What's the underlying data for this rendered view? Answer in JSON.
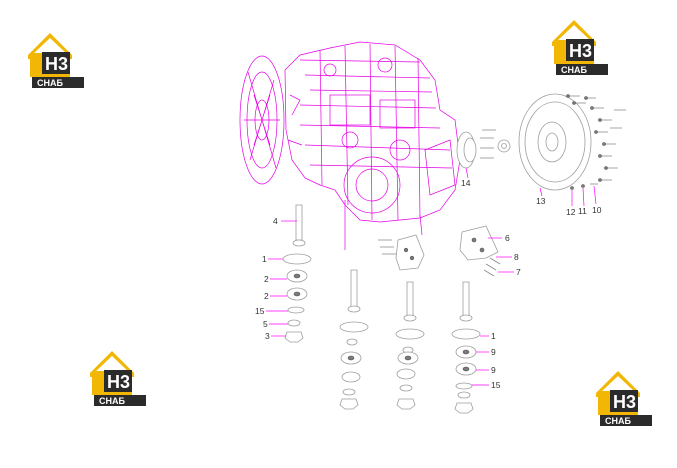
{
  "brand": {
    "logo_mark": "H3",
    "logo_word": "СНАБ",
    "colors": {
      "gold": "#f2b705",
      "dark": "#2b2b2b",
      "magenta": "#e600e6"
    }
  },
  "callouts": {
    "c4": "4",
    "c1a": "1",
    "c2a": "2",
    "c2b": "2",
    "c15a": "15",
    "c5": "5",
    "c3": "3",
    "c6": "6",
    "c8": "8",
    "c7": "7",
    "c1b": "1",
    "c9a": "9",
    "c9b": "9",
    "c15b": "15",
    "c14": "14",
    "c13": "13",
    "c12": "12",
    "c11": "11",
    "c10": "10"
  }
}
